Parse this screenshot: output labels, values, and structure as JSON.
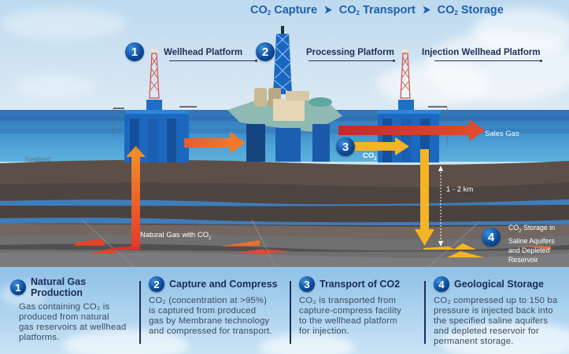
{
  "header": {
    "flow": [
      {
        "prefix": "CO",
        "sub": "2",
        "label": " Capture"
      },
      {
        "prefix": "CO",
        "sub": "2",
        "label": " Transport"
      },
      {
        "prefix": "CO",
        "sub": "2",
        "label": " Storage"
      }
    ],
    "separator_icon": "chevron-right-icon"
  },
  "platforms": [
    {
      "number": "1",
      "label": "Wellhead Platform"
    },
    {
      "number": "2",
      "label": "Processing Platform"
    },
    {
      "number": "",
      "label": "Injection Wellhead Platform"
    }
  ],
  "diagram": {
    "seabed_label": "Seabed",
    "natural_gas_label": "Natural Gas with CO",
    "natural_gas_sub": "2",
    "sales_gas_label": "Sales Gas",
    "co2_label": "CO",
    "co2_sub": "2",
    "step3_number": "3",
    "depth_label": "1 - 2 km",
    "step4_number": "4",
    "storage_label_line1_prefix": "CO",
    "storage_label_line1_sub": "2",
    "storage_label_line1_rest": " Storage in",
    "storage_label_line2": "Saline Aquifers",
    "storage_label_line3": "and Depleted",
    "storage_label_line4": "Reservoir",
    "colors": {
      "gas_arrow": "#e8552a",
      "sales_arrow": "#d8262a",
      "co2_arrow": "#f5b326",
      "platform_blue": "#1d6fc4",
      "number_badge": "#0d4c9b"
    }
  },
  "steps": [
    {
      "number": "1",
      "title": "Natural Gas Production",
      "text": [
        "Gas containing CO₂ is",
        "produced from natural",
        "gas reservoirs at wellhead",
        "platforms."
      ]
    },
    {
      "number": "2",
      "title": "Capture and Compress",
      "text": [
        "CO₂ (concentration at >95%)",
        "is captured from produced",
        "gas by Membrane technology",
        "and compressed for transport."
      ]
    },
    {
      "number": "3",
      "title": "Transport of CO2",
      "text": [
        "CO₂ is transported from",
        "capture-compress facility",
        "to the wellhead platform",
        "for injection."
      ]
    },
    {
      "number": "4",
      "title": "Geological Storage",
      "text": [
        "CO₂ compressed up to 150 ba",
        "pressure is injected back into",
        "the specified saline aquifers",
        "and depleted reservoir for",
        "permanent storage."
      ]
    }
  ]
}
